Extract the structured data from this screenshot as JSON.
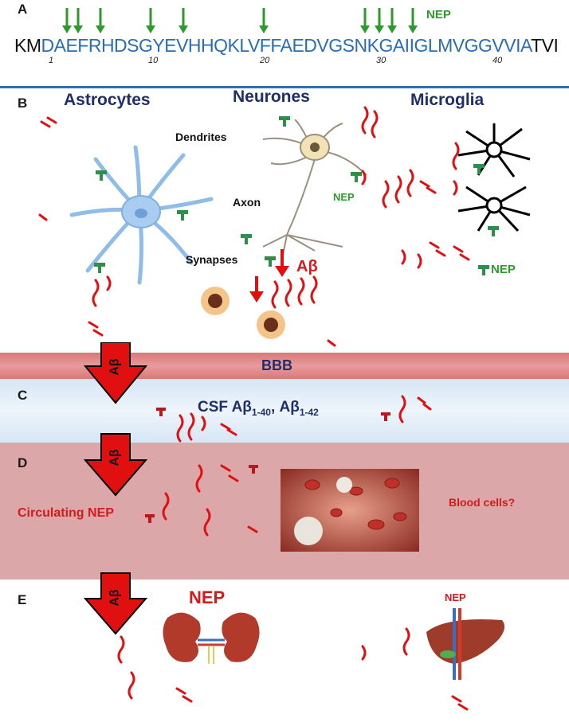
{
  "panels": {
    "a": "A",
    "b": "B",
    "c": "C",
    "d": "D",
    "e": "E"
  },
  "sequence": {
    "prefix": "KM",
    "core": "DAEFRHDSGYEVHHQKLVFFAEDVGSNKGAIIGLMVGGVVIA",
    "suffix": "TVI",
    "positions": [
      "1",
      "10",
      "20",
      "30",
      "40"
    ],
    "nep_label": "NEP"
  },
  "cells": {
    "astrocytes": "Astrocytes",
    "neurones": "Neurones",
    "microglia": "Microglia",
    "dendrites": "Dendrites",
    "axon": "Axon",
    "synapses": "Synapses",
    "nep_neuron": "NEP",
    "nep_microglia": "NEP",
    "abeta_b": "Aβ"
  },
  "bbb": {
    "label": "BBB"
  },
  "csf": {
    "label": "CSF Aβ",
    "sub1": "1-40",
    "sep": ", Aβ",
    "sub2": "1-42"
  },
  "arrows": {
    "c": "Aβ",
    "d": "Aβ",
    "e": "Aβ"
  },
  "blood": {
    "circulating": "Circulating NEP",
    "blood_cells": "Blood cells?"
  },
  "organs": {
    "kidney_nep": "NEP",
    "liver_nep": "NEP"
  },
  "colors": {
    "green": "#2e9a2e",
    "blue_seq": "#2a6db5",
    "navy": "#1f2f6b",
    "red": "#e01010",
    "divider": "#2f6db5"
  }
}
